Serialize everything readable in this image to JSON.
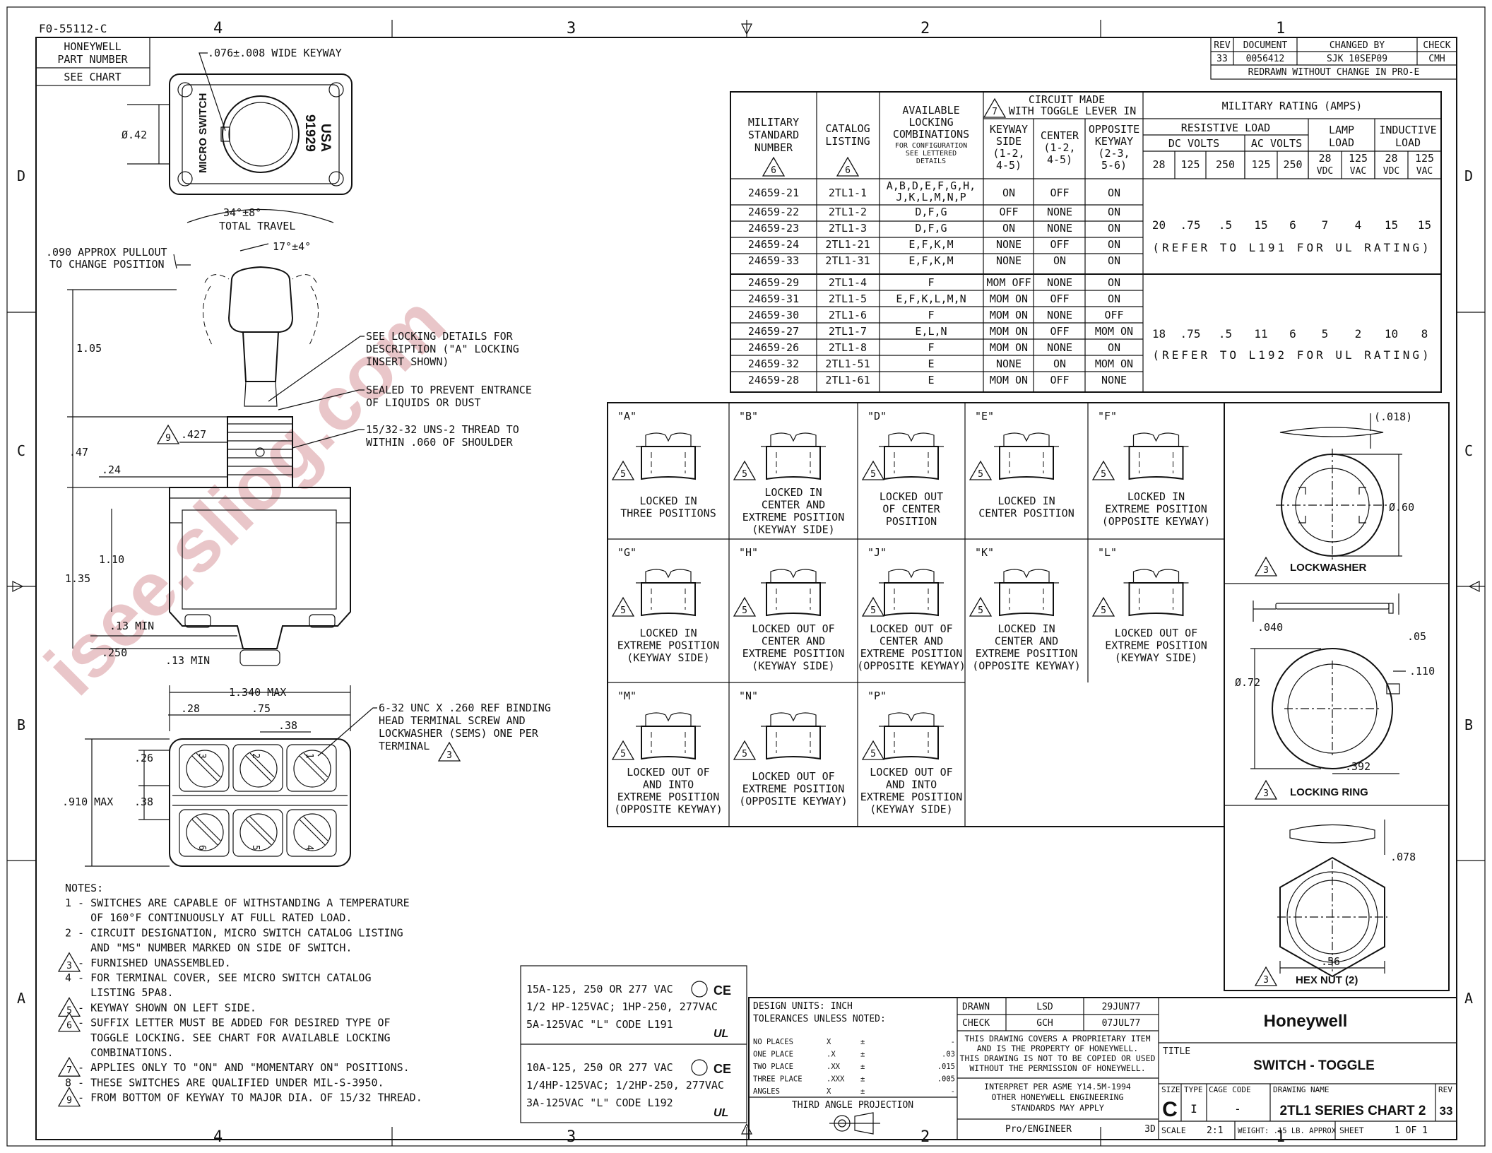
{
  "form_id": "F0-55112-C",
  "zone_numbers": [
    "4",
    "3",
    "2",
    "1"
  ],
  "zone_letters": [
    "D",
    "C",
    "B",
    "A"
  ],
  "part_box": {
    "line1": "HONEYWELL",
    "line2": "PART NUMBER",
    "line3": "SEE CHART"
  },
  "revision": {
    "headers": [
      "REV",
      "DOCUMENT",
      "CHANGED BY",
      "CHECK"
    ],
    "row": [
      "33",
      "0056412",
      "SJK   10SEP09",
      "CMH"
    ],
    "note": "REDRAWN WITHOUT CHANGE IN PRO-E"
  },
  "drawing_labels": {
    "keyway": ".076±.008 WIDE KEYWAY",
    "dia42": "Ø.42",
    "micro_switch": "MICRO SWITCH",
    "usa": "USA",
    "code": "91929",
    "travel_angle": "34°±8°",
    "travel": "TOTAL TRAVEL",
    "pullout1": ".090 APPROX PULLOUT",
    "pullout2": "TO CHANGE POSITION",
    "angle17": "17°±4°",
    "d105": "1.05",
    "locking1": "SEE LOCKING DETAILS FOR",
    "locking2": "DESCRIPTION (\"A\" LOCKING",
    "locking3": "INSERT SHOWN)",
    "sealed1": "SEALED TO PREVENT ENTRANCE",
    "sealed2": "OF LIQUIDS OR DUST",
    "thread1": "15/32-32 UNS-2 THREAD TO",
    "thread2": "WITHIN .060 OF SHOULDER",
    "n9": "9",
    "d427": ".427",
    "d47": ".47",
    "d24": ".24",
    "d110": "1.10",
    "d135": "1.35",
    "d13min": ".13 MIN",
    "d250": ".250",
    "d13min2": ".13 MIN",
    "d1340": "1.340 MAX",
    "d28": ".28",
    "d75": ".75",
    "d38": ".38",
    "d26": ".26",
    "d38b": ".38",
    "d910": ".910 MAX",
    "term1": "6-32 UNC X .260 REF BINDING",
    "term2": "HEAD TERMINAL SCREW AND",
    "term3": "LOCKWASHER (SEMS) ONE PER",
    "term4": "TERMINAL",
    "n3": "3",
    "term_numbers": [
      "3",
      "2",
      "1",
      "6",
      "5",
      "4"
    ]
  },
  "notes": {
    "title": "NOTES:",
    "lines": [
      "1 - SWITCHES ARE CAPABLE OF WITHSTANDING A TEMPERATURE",
      "    OF 160°F CONTINUOUSLY AT FULL RATED LOAD.",
      "2 - CIRCUIT DESIGNATION, MICRO SWITCH CATALOG LISTING",
      "    AND \"MS\" NUMBER MARKED ON SIDE OF SWITCH.",
      "  - FURNISHED UNASSEMBLED.",
      "4 - FOR TERMINAL COVER, SEE MICRO SWITCH CATALOG",
      "    LISTING 5PA8.",
      "  - KEYWAY SHOWN ON LEFT SIDE.",
      "  - SUFFIX LETTER MUST BE ADDED FOR DESIRED TYPE OF",
      "    TOGGLE LOCKING. SEE CHART FOR AVAILABLE LOCKING",
      "    COMBINATIONS.",
      "  - APPLIES ONLY TO \"ON\" AND \"MOMENTARY ON\" POSITIONS.",
      "8 - THESE SWITCHES ARE QUALIFIED UNDER MIL-S-3950.",
      "  - FROM BOTTOM OF KEYWAY TO MAJOR DIA. OF 15/32 THREAD."
    ],
    "tri_numbers": [
      "3",
      "5",
      "6",
      "7",
      "9"
    ]
  },
  "ratings": {
    "l191": [
      "15A-125, 250 OR 277 VAC",
      "1/2 HP-125VAC; 1HP-250, 277VAC",
      "5A-125VAC \"L\"    CODE L191"
    ],
    "l192": [
      "10A-125, 250 OR 277 VAC",
      "1/4HP-125VAC; 1/2HP-250, 277VAC",
      "3A-125VAC \"L\"    CODE L192"
    ],
    "marks": [
      "CE",
      "UL",
      "CE",
      "UL"
    ]
  },
  "table": {
    "h_military": [
      "MILITARY",
      "STANDARD",
      "NUMBER"
    ],
    "h_catalog": [
      "CATALOG",
      "LISTING"
    ],
    "h_available": [
      "AVAILABLE",
      "LOCKING",
      "COMBINATIONS"
    ],
    "h_available_small": [
      "FOR CONFIGURATION",
      "SEE LETTERED",
      "DETAILS"
    ],
    "h_circuit": [
      "CIRCUIT MADE",
      "WITH TOGGLE LEVER IN"
    ],
    "h_keyway": [
      "KEYWAY",
      "SIDE",
      "(1-2,",
      "4-5)"
    ],
    "h_center": [
      "CENTER",
      "(1-2,",
      "4-5)"
    ],
    "h_opposite": [
      "OPPOSITE",
      "KEYWAY",
      "(2-3,",
      "5-6)"
    ],
    "h_rating": "MILITARY RATING (AMPS)",
    "h_resistive": "RESISTIVE LOAD",
    "h_dc": "DC VOLTS",
    "h_ac": "AC VOLTS",
    "h_lamp": [
      "LAMP",
      "LOAD"
    ],
    "h_inductive": [
      "INDUCTIVE",
      "LOAD"
    ],
    "volts": [
      "28",
      "125",
      "250",
      "125",
      "250",
      "28",
      "125",
      "28",
      "125"
    ],
    "volt_units": [
      "",
      "",
      "",
      "",
      "",
      "VDC",
      "VAC",
      "VDC",
      "VAC"
    ],
    "tri": [
      "6",
      "6",
      "7"
    ],
    "group1": [
      [
        "24659-21",
        "2TL1-1",
        "A,B,D,E,F,G,H,",
        "ON",
        "OFF",
        "ON"
      ],
      [
        "24659-22",
        "2TL1-2",
        "D,F,G",
        "OFF",
        "NONE",
        "ON"
      ],
      [
        "24659-23",
        "2TL1-3",
        "D,F,G",
        "ON",
        "NONE",
        "ON"
      ],
      [
        "24659-24",
        "2TL1-21",
        "E,F,K,M",
        "NONE",
        "OFF",
        "ON"
      ],
      [
        "24659-33",
        "2TL1-31",
        "E,F,K,M",
        "NONE",
        "ON",
        "ON"
      ]
    ],
    "group1_extra": "J,K,L,M,N,P",
    "group2": [
      [
        "24659-29",
        "2TL1-4",
        "F",
        "MOM OFF",
        "NONE",
        "ON"
      ],
      [
        "24659-31",
        "2TL1-5",
        "E,F,K,L,M,N",
        "MOM ON",
        "OFF",
        "ON"
      ],
      [
        "24659-30",
        "2TL1-6",
        "F",
        "MOM ON",
        "NONE",
        "OFF"
      ],
      [
        "24659-27",
        "2TL1-7",
        "E,L,N",
        "MOM ON",
        "OFF",
        "MOM ON"
      ],
      [
        "24659-26",
        "2TL1-8",
        "F",
        "MOM ON",
        "NONE",
        "ON"
      ],
      [
        "24659-32",
        "2TL1-51",
        "E",
        "NONE",
        "ON",
        "MOM ON"
      ],
      [
        "24659-28",
        "2TL1-61",
        "E",
        "MOM ON",
        "OFF",
        "NONE"
      ]
    ],
    "rating1": [
      "20",
      ".75",
      ".5",
      "15",
      "6",
      "7",
      "4",
      "15",
      "15"
    ],
    "rating1_note": "(REFER TO L191 FOR UL RATING)",
    "rating2": [
      "18",
      ".75",
      ".5",
      "11",
      "6",
      "5",
      "2",
      "10",
      "8"
    ],
    "rating2_note": "(REFER TO L192 FOR UL RATING)"
  },
  "locking": [
    {
      "letter": "\"A\"",
      "lines": [
        "LOCKED IN",
        "THREE POSITIONS"
      ]
    },
    {
      "letter": "\"B\"",
      "lines": [
        "LOCKED IN",
        "CENTER AND",
        "EXTREME POSITION",
        "(KEYWAY SIDE)"
      ]
    },
    {
      "letter": "\"D\"",
      "lines": [
        "LOCKED OUT",
        "OF CENTER",
        "POSITION"
      ]
    },
    {
      "letter": "\"E\"",
      "lines": [
        "LOCKED IN",
        "CENTER POSITION"
      ]
    },
    {
      "letter": "\"F\"",
      "lines": [
        "LOCKED IN",
        "EXTREME POSITION",
        "(OPPOSITE KEYWAY)"
      ]
    },
    {
      "letter": "\"G\"",
      "lines": [
        "LOCKED IN",
        "EXTREME POSITION",
        "(KEYWAY SIDE)"
      ]
    },
    {
      "letter": "\"H\"",
      "lines": [
        "LOCKED OUT OF",
        "CENTER AND",
        "EXTREME POSITION",
        "(KEYWAY SIDE)"
      ]
    },
    {
      "letter": "\"J\"",
      "lines": [
        "LOCKED OUT OF",
        "CENTER AND",
        "EXTREME POSITION",
        "(OPPOSITE KEYWAY)"
      ]
    },
    {
      "letter": "\"K\"",
      "lines": [
        "LOCKED IN",
        "CENTER AND",
        "EXTREME POSITION",
        "(OPPOSITE KEYWAY)"
      ]
    },
    {
      "letter": "\"L\"",
      "lines": [
        "LOCKED OUT OF",
        "EXTREME POSITION",
        "(KEYWAY SIDE)"
      ]
    },
    {
      "letter": "\"M\"",
      "lines": [
        "LOCKED OUT OF",
        "AND INTO",
        "EXTREME POSITION",
        "(OPPOSITE KEYWAY)"
      ]
    },
    {
      "letter": "\"N\"",
      "lines": [
        "LOCKED OUT OF",
        "EXTREME POSITION",
        "(OPPOSITE KEYWAY)"
      ]
    },
    {
      "letter": "\"P\"",
      "lines": [
        "LOCKED OUT OF",
        "AND INTO",
        "EXTREME POSITION",
        "(KEYWAY SIDE)"
      ]
    }
  ],
  "locking_tri": "5",
  "hardware": {
    "d018": "(.018)",
    "d60": "Ø.60",
    "lockwasher": "LOCKWASHER",
    "d040": ".040",
    "d05": ".05",
    "d110": ".110",
    "d72": "Ø.72",
    "d392": ".392",
    "locking_ring": "LOCKING RING",
    "d078": ".078",
    "d56": ".56",
    "hex_nut": "HEX NUT (2)",
    "tri": "3"
  },
  "title_block": {
    "design_units": "DESIGN UNITS:  INCH",
    "tolerances": "TOLERANCES UNLESS NOTED:",
    "tol_rows": [
      [
        "NO PLACES",
        "X",
        "±",
        "-"
      ],
      [
        "ONE PLACE",
        ".X",
        "±",
        ".03"
      ],
      [
        "TWO PLACE",
        ".XX",
        "±",
        ".015"
      ],
      [
        "THREE PLACE",
        ".XXX",
        "±",
        ".005"
      ],
      [
        "ANGLES",
        "X",
        "±",
        "-"
      ]
    ],
    "third_angle": "THIRD ANGLE PROJECTION",
    "drawn_label": "DRAWN",
    "drawn_by": "LSD",
    "drawn_date": "29JUN77",
    "check_label": "CHECK",
    "check_by": "GCH",
    "check_date": "07JUL77",
    "proprietary": [
      "THIS DRAWING COVERS A PROPRIETARY ITEM",
      "AND IS THE PROPERTY OF HONEYWELL.",
      "THIS DRAWING IS NOT TO BE COPIED OR USED",
      "WITHOUT THE PERMISSION OF HONEYWELL."
    ],
    "interpret": [
      "INTERPRET PER ASME Y14.5M-1994",
      "OTHER HONEYWELL ENGINEERING",
      "STANDARDS MAY APPLY"
    ],
    "proengineer": "Pro/ENGINEER",
    "threed": "3D",
    "company": "Honeywell",
    "title_label": "TITLE",
    "title": "SWITCH - TOGGLE",
    "size_label": "SIZE",
    "size": "C",
    "type_label": "TYPE",
    "type": "I",
    "cage_label": "CAGE CODE",
    "cage": "-",
    "dwg_label": "DRAWING NAME",
    "dwg": "2TL1 SERIES CHART 2",
    "rev_label": "REV",
    "rev": "33",
    "scale_label": "SCALE",
    "scale": "2:1",
    "weight": "WEIGHT: .15 LB. APPROX",
    "sheet_label": "SHEET",
    "sheet": "1 OF 1"
  },
  "watermark": "isee.sliog.com"
}
